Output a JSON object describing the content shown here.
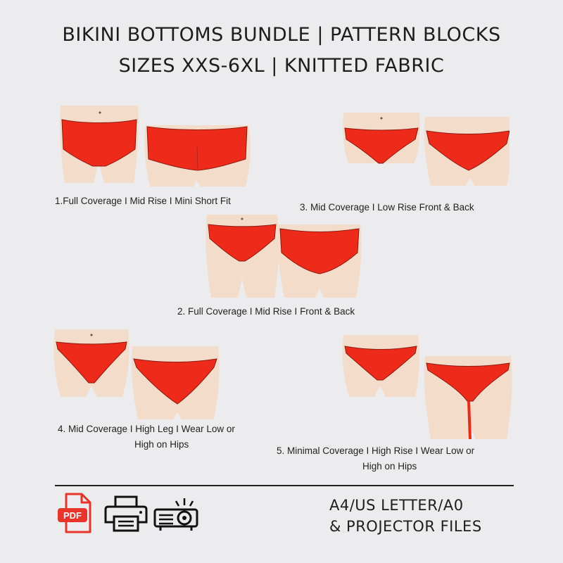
{
  "header": {
    "line1": "BIKINI BOTTOMS BUNDLE | PATTERN BLOCKS",
    "line2": "SIZES XXS-6XL | KNITTED FABRIC"
  },
  "styles": [
    {
      "caption": [
        "1.Full Coverage  I  Mid Rise  I  Mini Short Fit"
      ]
    },
    {
      "caption": [
        "3. Mid Coverage  I  Low Rise Front & Back"
      ]
    },
    {
      "caption": [
        "2. Full Coverage  I  Mid Rise  I  Front & Back"
      ]
    },
    {
      "caption": [
        "4. Mid Coverage  I  High Leg  I  Wear Low or",
        "High on Hips"
      ]
    },
    {
      "caption": [
        "5. Minimal Coverage  I  High Rise  I  Wear Low or",
        "High on Hips"
      ]
    }
  ],
  "footer": {
    "pdf_label": "PDF",
    "files_line1": "A4/US LETTER/A0",
    "files_line2": "& PROJECTOR FILES"
  },
  "colors": {
    "background": "#ececee",
    "garment": "#ee2a1b",
    "skin": "#f3dcc9",
    "pdf": "#e8342a",
    "text": "#1d1d1d"
  },
  "icons": [
    "pdf-file-icon",
    "printer-icon",
    "projector-icon"
  ]
}
